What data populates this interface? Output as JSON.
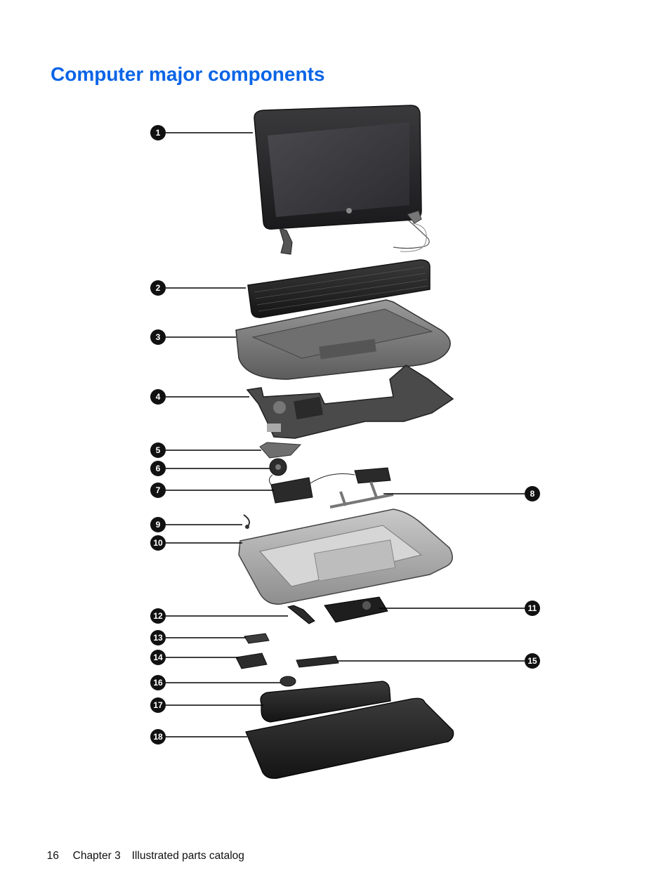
{
  "title": "Computer major components",
  "callouts": [
    "1",
    "2",
    "3",
    "4",
    "5",
    "6",
    "7",
    "8",
    "9",
    "10",
    "11",
    "12",
    "13",
    "14",
    "15",
    "16",
    "17",
    "18"
  ],
  "footer": {
    "page_number": "16",
    "chapter": "Chapter 3",
    "section": "Illustrated parts catalog"
  },
  "colors": {
    "title": "#0a64e6",
    "callout_fill": "#111111",
    "leader_line": "#000000"
  }
}
